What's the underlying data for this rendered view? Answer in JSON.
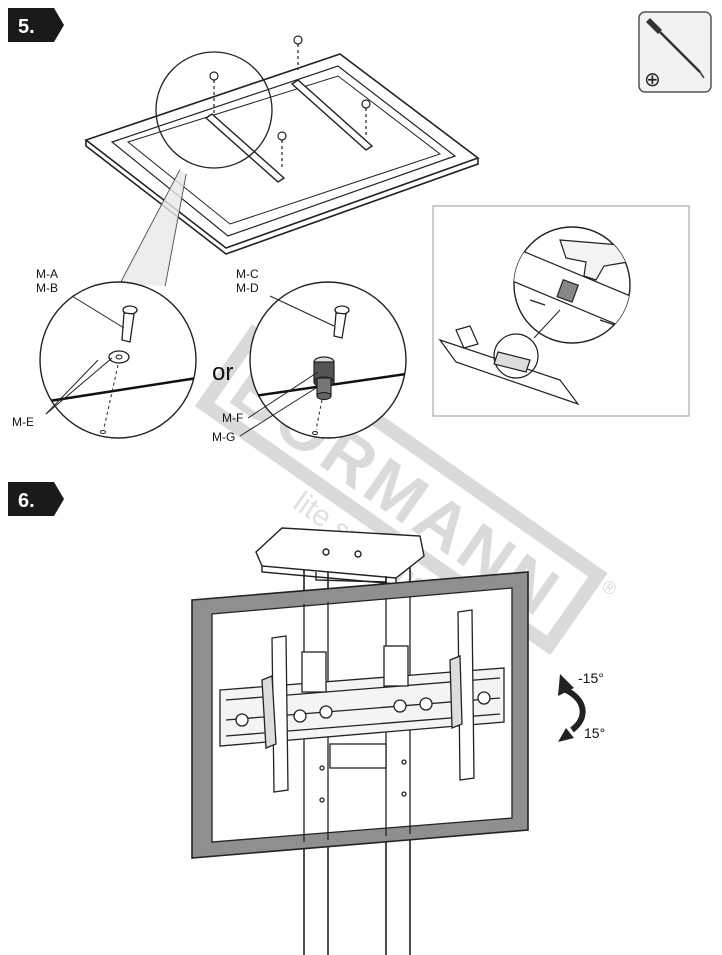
{
  "steps": [
    {
      "number": "5."
    },
    {
      "number": "6."
    }
  ],
  "tool": {
    "icon": "phillips-screwdriver-icon",
    "symbol": "⊕"
  },
  "parts": {
    "ma": "M-A",
    "mb": "M-B",
    "mc": "M-C",
    "md": "M-D",
    "me": "M-E",
    "mf": "M-F",
    "mg": "M-G"
  },
  "or_text": "or",
  "tilt": {
    "up": "-15°",
    "down": "15°"
  },
  "watermark": {
    "brand": "BORMANN",
    "sub": "lite systems",
    "mark": "®"
  },
  "colors": {
    "badge": "#1a1a1a",
    "line": "#222222",
    "frame": "#8a8a8a",
    "watermark": "#bdbdbd"
  }
}
